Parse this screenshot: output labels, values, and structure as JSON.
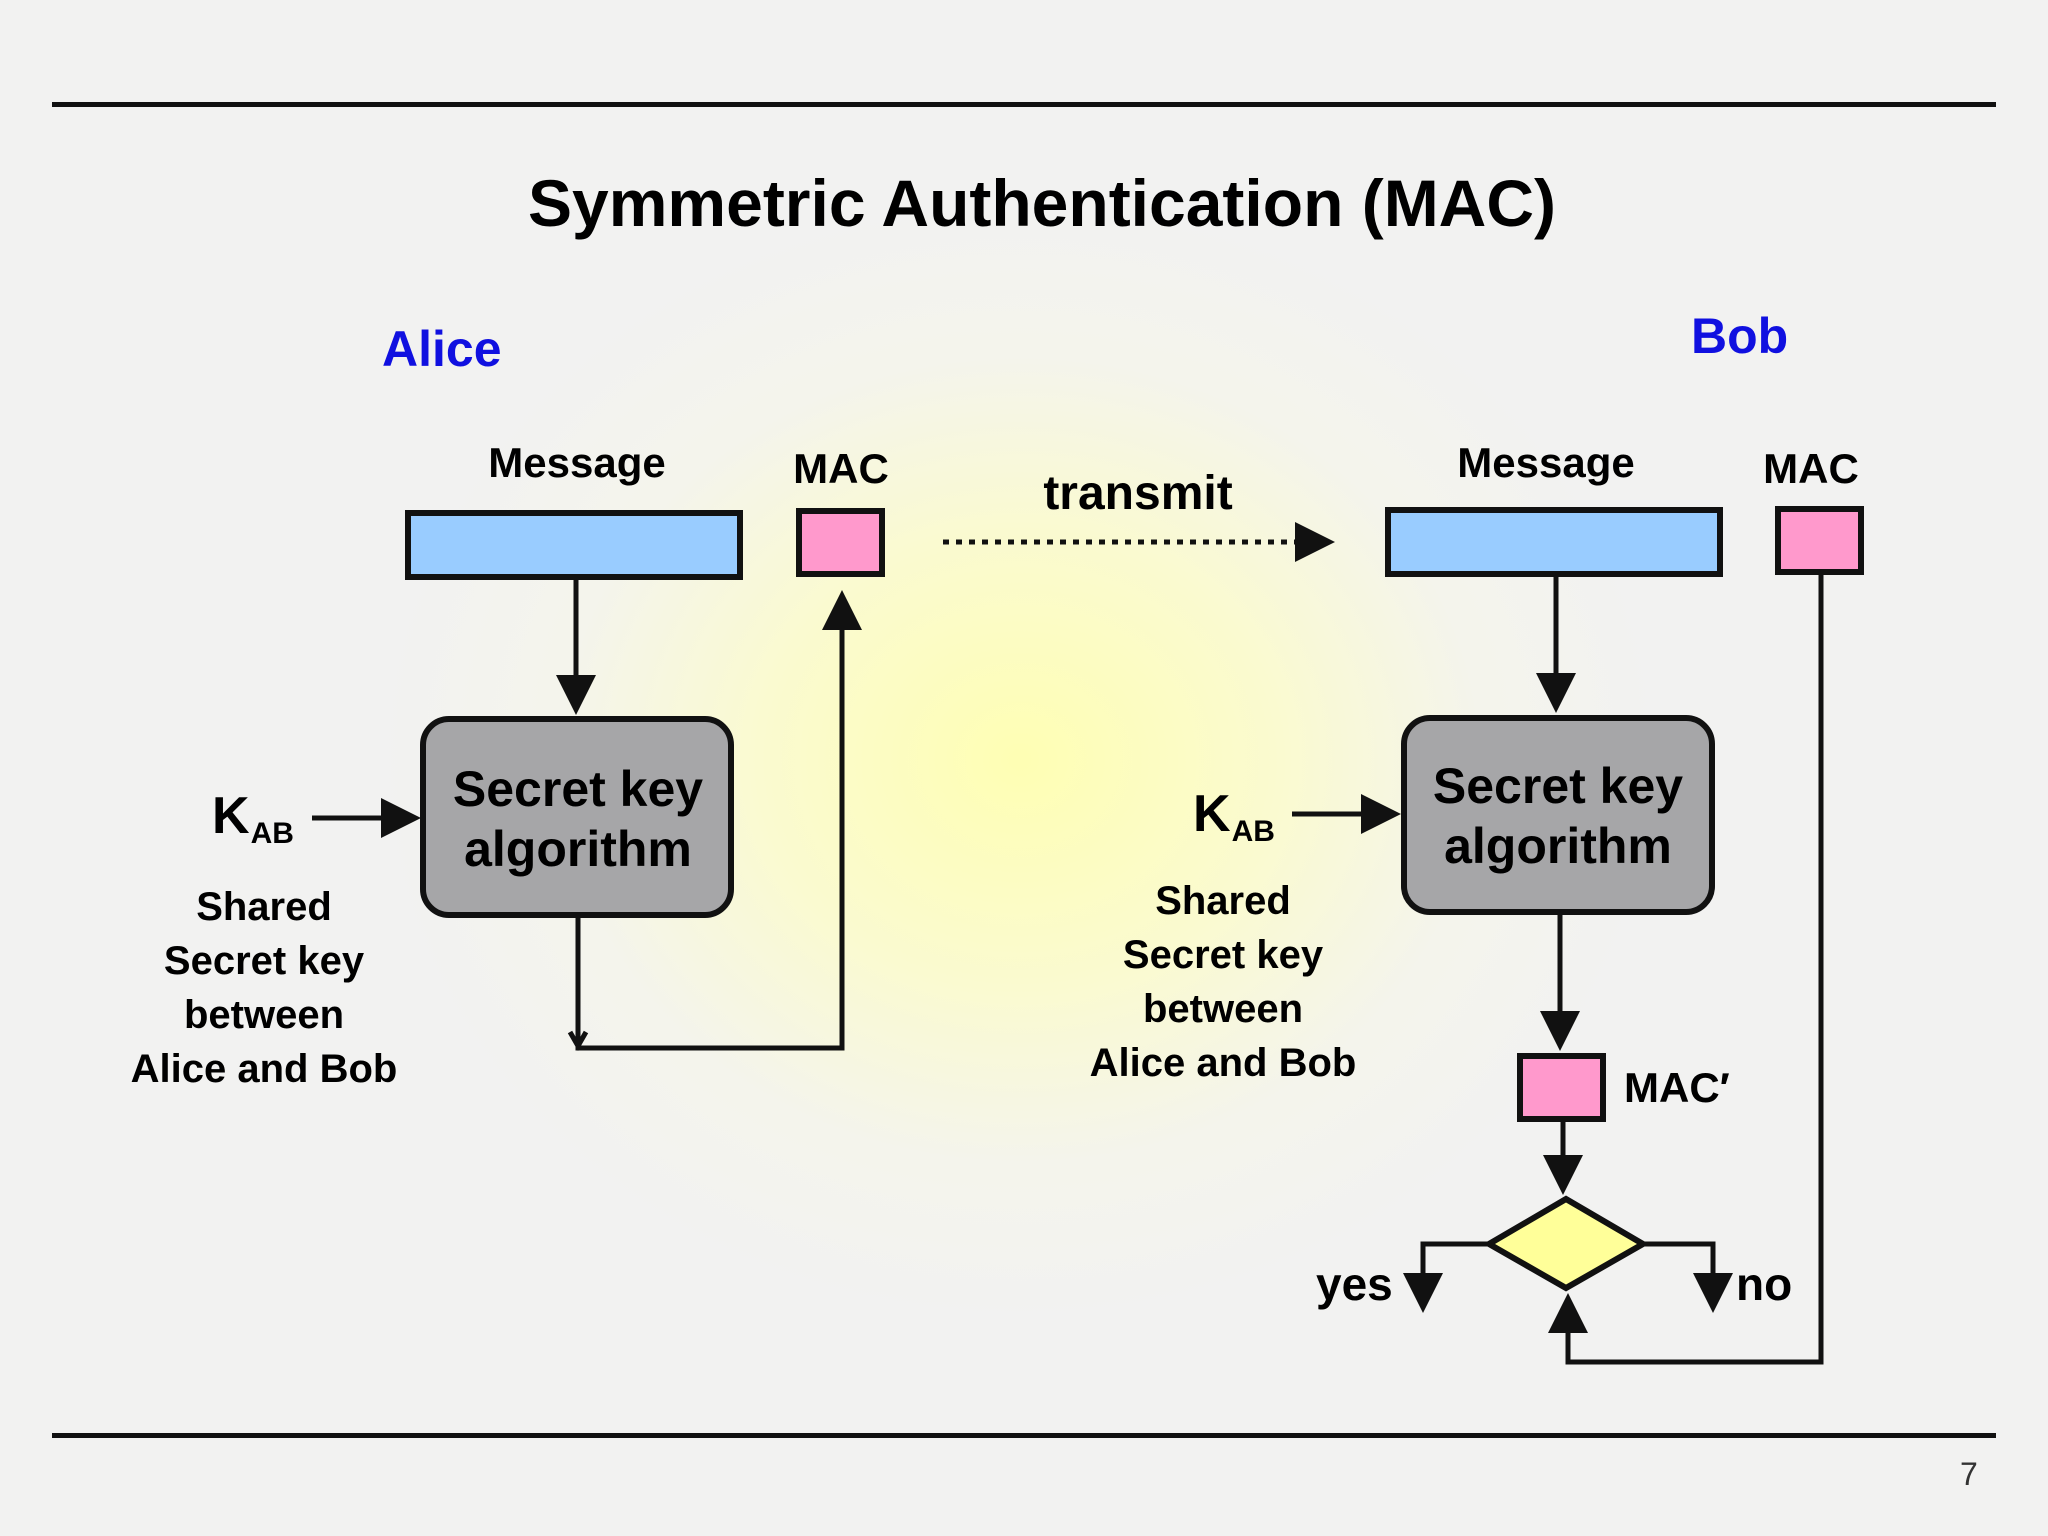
{
  "title": "Symmetric Authentication (MAC)",
  "page_number": "7",
  "alice": {
    "name": "Alice",
    "message_label": "Message",
    "mac_label": "MAC",
    "algorithm_label": "Secret key\nalgorithm",
    "key_main": "K",
    "key_sub": "AB",
    "key_note": "Shared\nSecret key\nbetween\nAlice and Bob"
  },
  "transmit_label": "transmit",
  "bob": {
    "name": "Bob",
    "message_label": "Message",
    "mac_label": "MAC",
    "algorithm_label": "Secret key\nalgorithm",
    "key_main": "K",
    "key_sub": "AB",
    "key_note": "Shared\nSecret key\nbetween\nAlice and Bob",
    "mac_prime_label": "MAC′",
    "yes_label": "yes",
    "no_label": "no"
  },
  "colors": {
    "identity": "#1010e0",
    "message_block": "#99ccff",
    "mac_block": "#ff99cc",
    "algorithm_box": "#a6a6a8",
    "decision": "#ffff99"
  }
}
